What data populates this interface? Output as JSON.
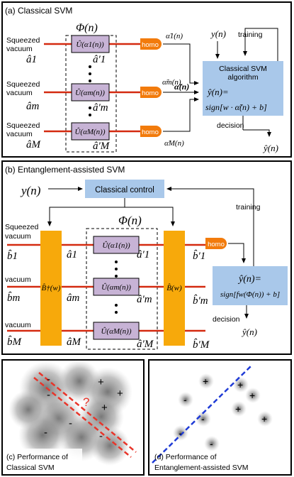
{
  "panel_a": {
    "label": "(a) Classical SVM",
    "phi": "Φ(n)",
    "inputs": [
      {
        "line1": "Squeezed",
        "line2": "vacuum",
        "mode": "â1",
        "mode_out": "â′1",
        "unitary": "Û(α1(n))",
        "alpha": "α̃1(n)"
      },
      {
        "line1": "Squeezed",
        "line2": "vacuum",
        "mode": "âm",
        "mode_out": "â′m",
        "unitary": "Û(αm(n))",
        "alpha": "α̃m(n)"
      },
      {
        "line1": "Squeezed",
        "line2": "vacuum",
        "mode": "âM",
        "mode_out": "â′M",
        "unitary": "Û(αM(n))",
        "alpha": "α̃M(n)"
      }
    ],
    "homo": "homo",
    "alpha_vec": "α̃(n)",
    "box_title_1": "Classical SVM",
    "box_title_2": "algorithm",
    "box_eq_1": "ŷ(n)=",
    "box_eq_2": "sign[w · α̃(n) + b]",
    "y_in": "y(n)",
    "training": "training",
    "decision": "decision",
    "y_out": "ŷ(n)"
  },
  "panel_b": {
    "label": "(b) Entanglement-assisted SVM",
    "y_in": "y(n)",
    "control": "Classical control",
    "training": "training",
    "phi": "Φ(n)",
    "squeezed": "Squeezed",
    "vacuum": "vacuum",
    "b_modes": [
      "b̂1",
      "b̂m",
      "b̂M"
    ],
    "a_modes": [
      "â1",
      "âm",
      "âM"
    ],
    "a_out": [
      "â′1",
      "â′m",
      "â′M"
    ],
    "bp_modes": [
      "b̂′1",
      "b̂′m",
      "b̂′M"
    ],
    "unitaries": [
      "Û(α1(n))",
      "Û(αm(n))",
      "Û(αM(n))"
    ],
    "b_dagger": "B̂†(w)",
    "b_op": "B̂(w)",
    "homo": "homo",
    "box_eq_1": "ŷ(n)=",
    "box_eq_2": "sign[fw(Φ(n)) + b]",
    "decision": "decision",
    "y_out": "ŷ(n)"
  },
  "panel_c": {
    "label_1": "(c) Performance of",
    "label_2": "Classical SVM",
    "question": "?",
    "plus": "+",
    "minus": "-"
  },
  "panel_d": {
    "label_1": "(d) Performance of",
    "label_2": "Entanglement-assisted SVM",
    "plus": "+",
    "minus": "-"
  },
  "colors": {
    "red_line": "#d42a10",
    "orange": "#f7a90b",
    "homo_orange": "#f27b0c",
    "purple": "#c7b3d5",
    "blue_box": "#a9c8ea",
    "blue_dash": "#1f3bd6"
  }
}
